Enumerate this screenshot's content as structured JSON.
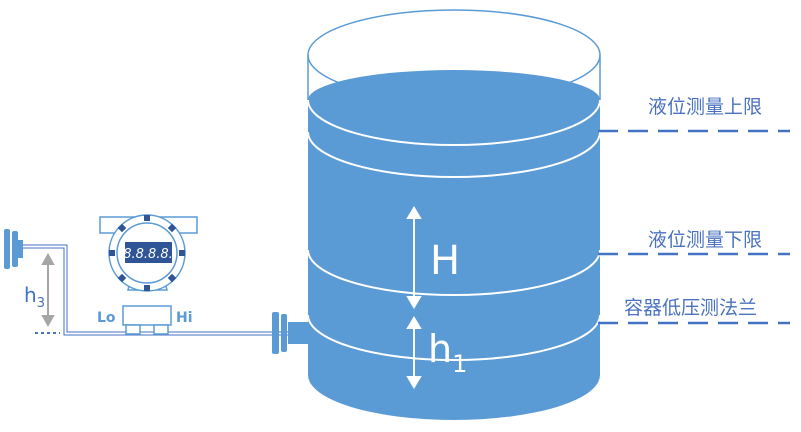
{
  "labels": {
    "upper_limit": "液位测量上限",
    "lower_limit": "液位测量下限",
    "low_flange": "容器低压测法兰",
    "H": "H",
    "h1_base": "h",
    "h1_sub": "1",
    "h3_base": "h",
    "h3_sub": "3",
    "lo": "Lo",
    "hi": "Hi",
    "display": "8.8.8.8."
  },
  "colors": {
    "liquid": "#5b9bd5",
    "line": "#4472c4",
    "dark": "#2f5597",
    "arrow": "#a6a6a6"
  }
}
